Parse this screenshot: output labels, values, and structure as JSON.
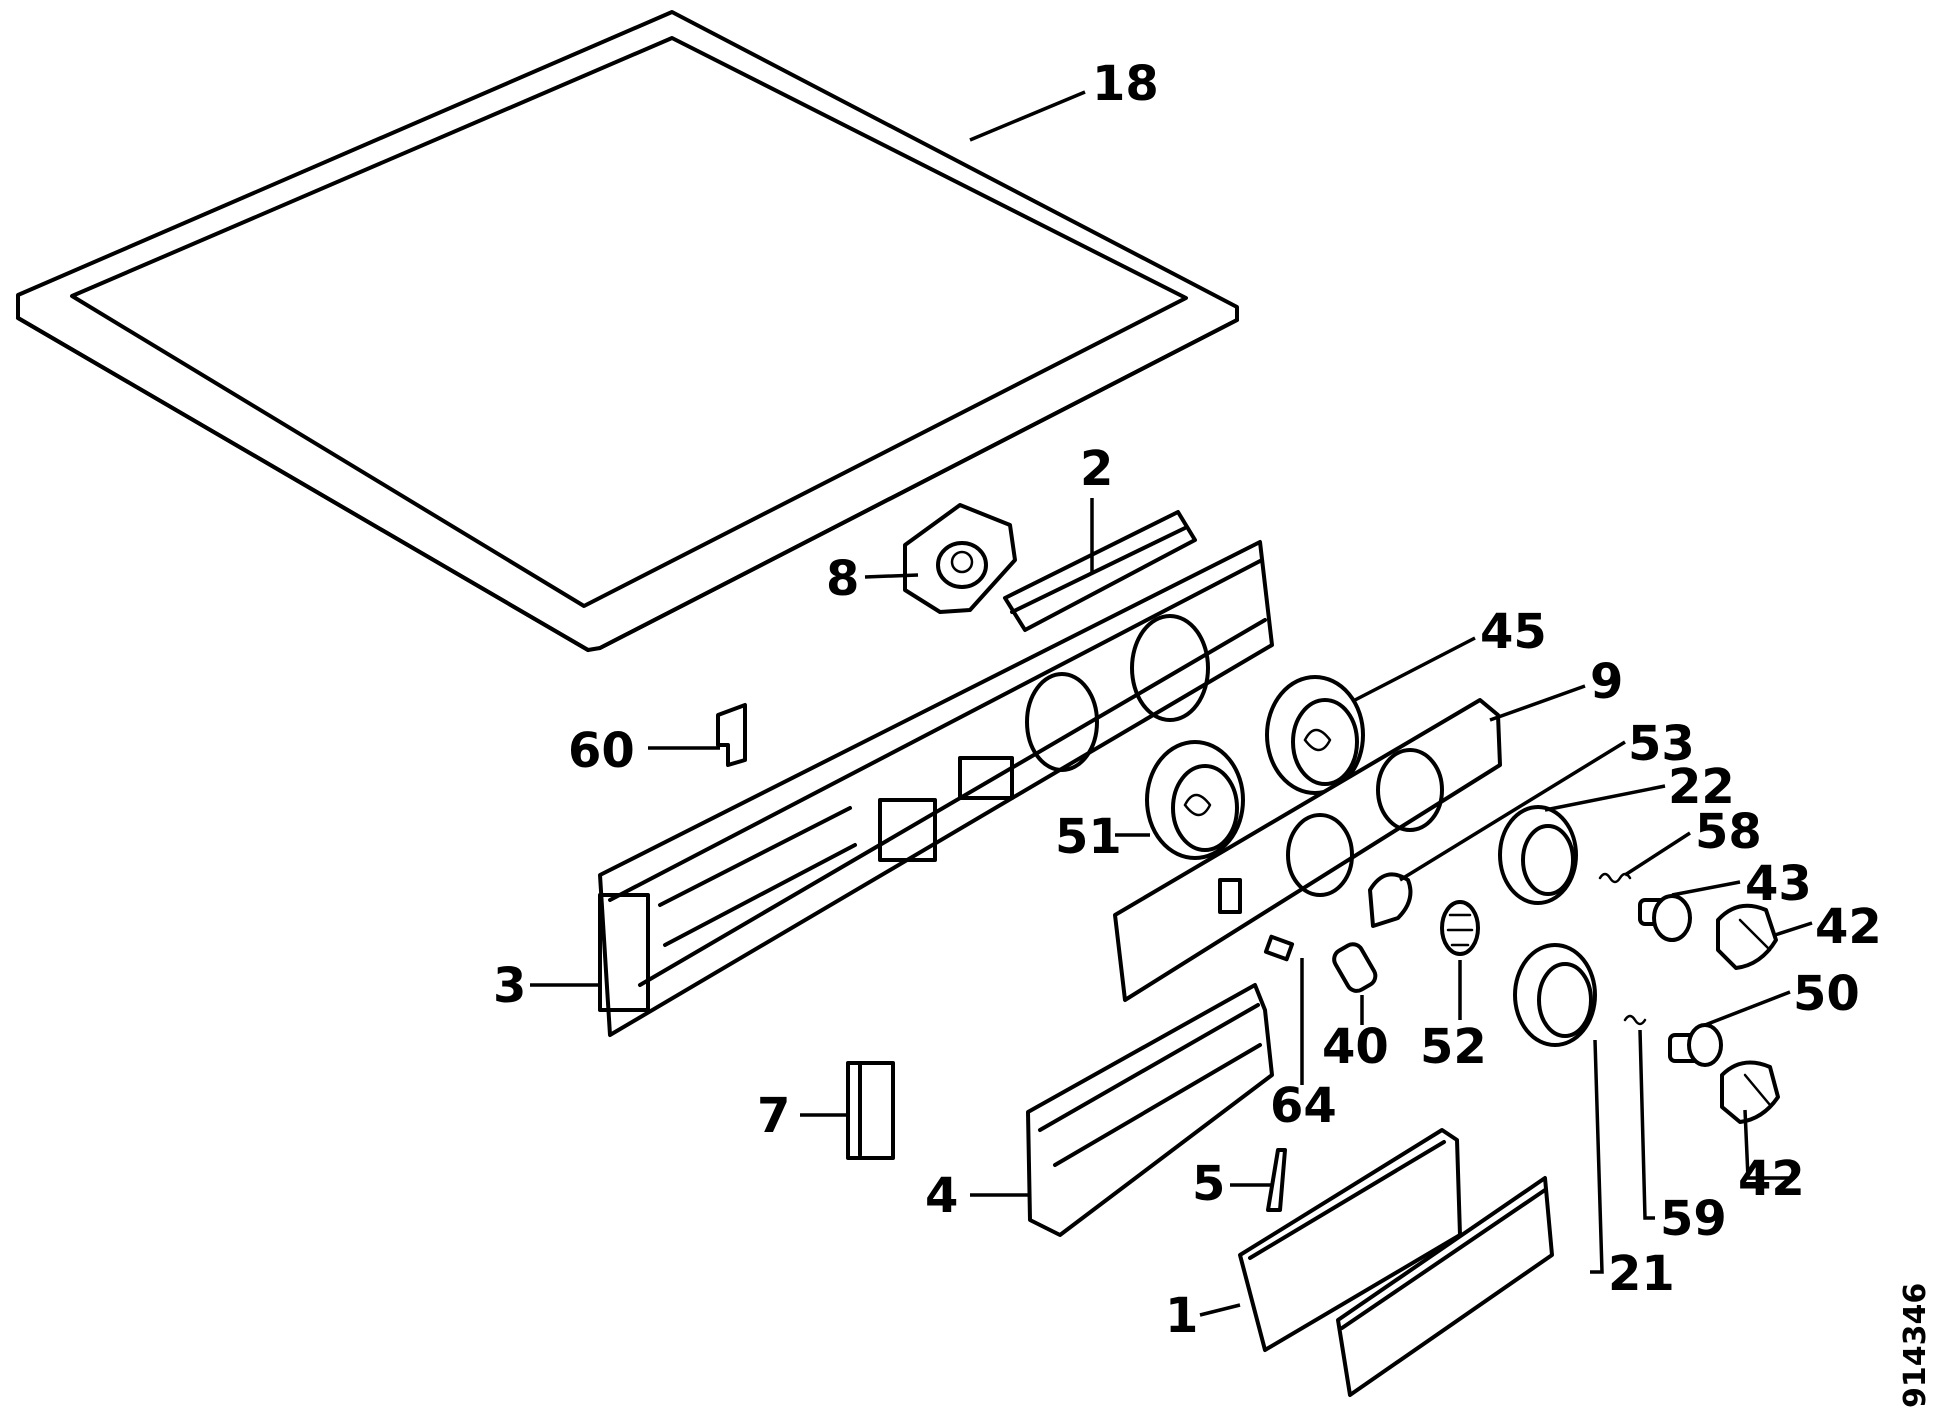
{
  "callouts": {
    "c18": "18",
    "c2": "2",
    "c8": "8",
    "c45": "45",
    "c9": "9",
    "c60": "60",
    "c53": "53",
    "c22": "22",
    "c58": "58",
    "c51": "51",
    "c43": "43",
    "c42a": "42",
    "c3": "3",
    "c50": "50",
    "c40": "40",
    "c52": "52",
    "c64": "64",
    "c7": "7",
    "c42b": "42",
    "c5": "5",
    "c4": "4",
    "c59": "59",
    "c21": "21",
    "c1": "1"
  },
  "document_number": "914346"
}
